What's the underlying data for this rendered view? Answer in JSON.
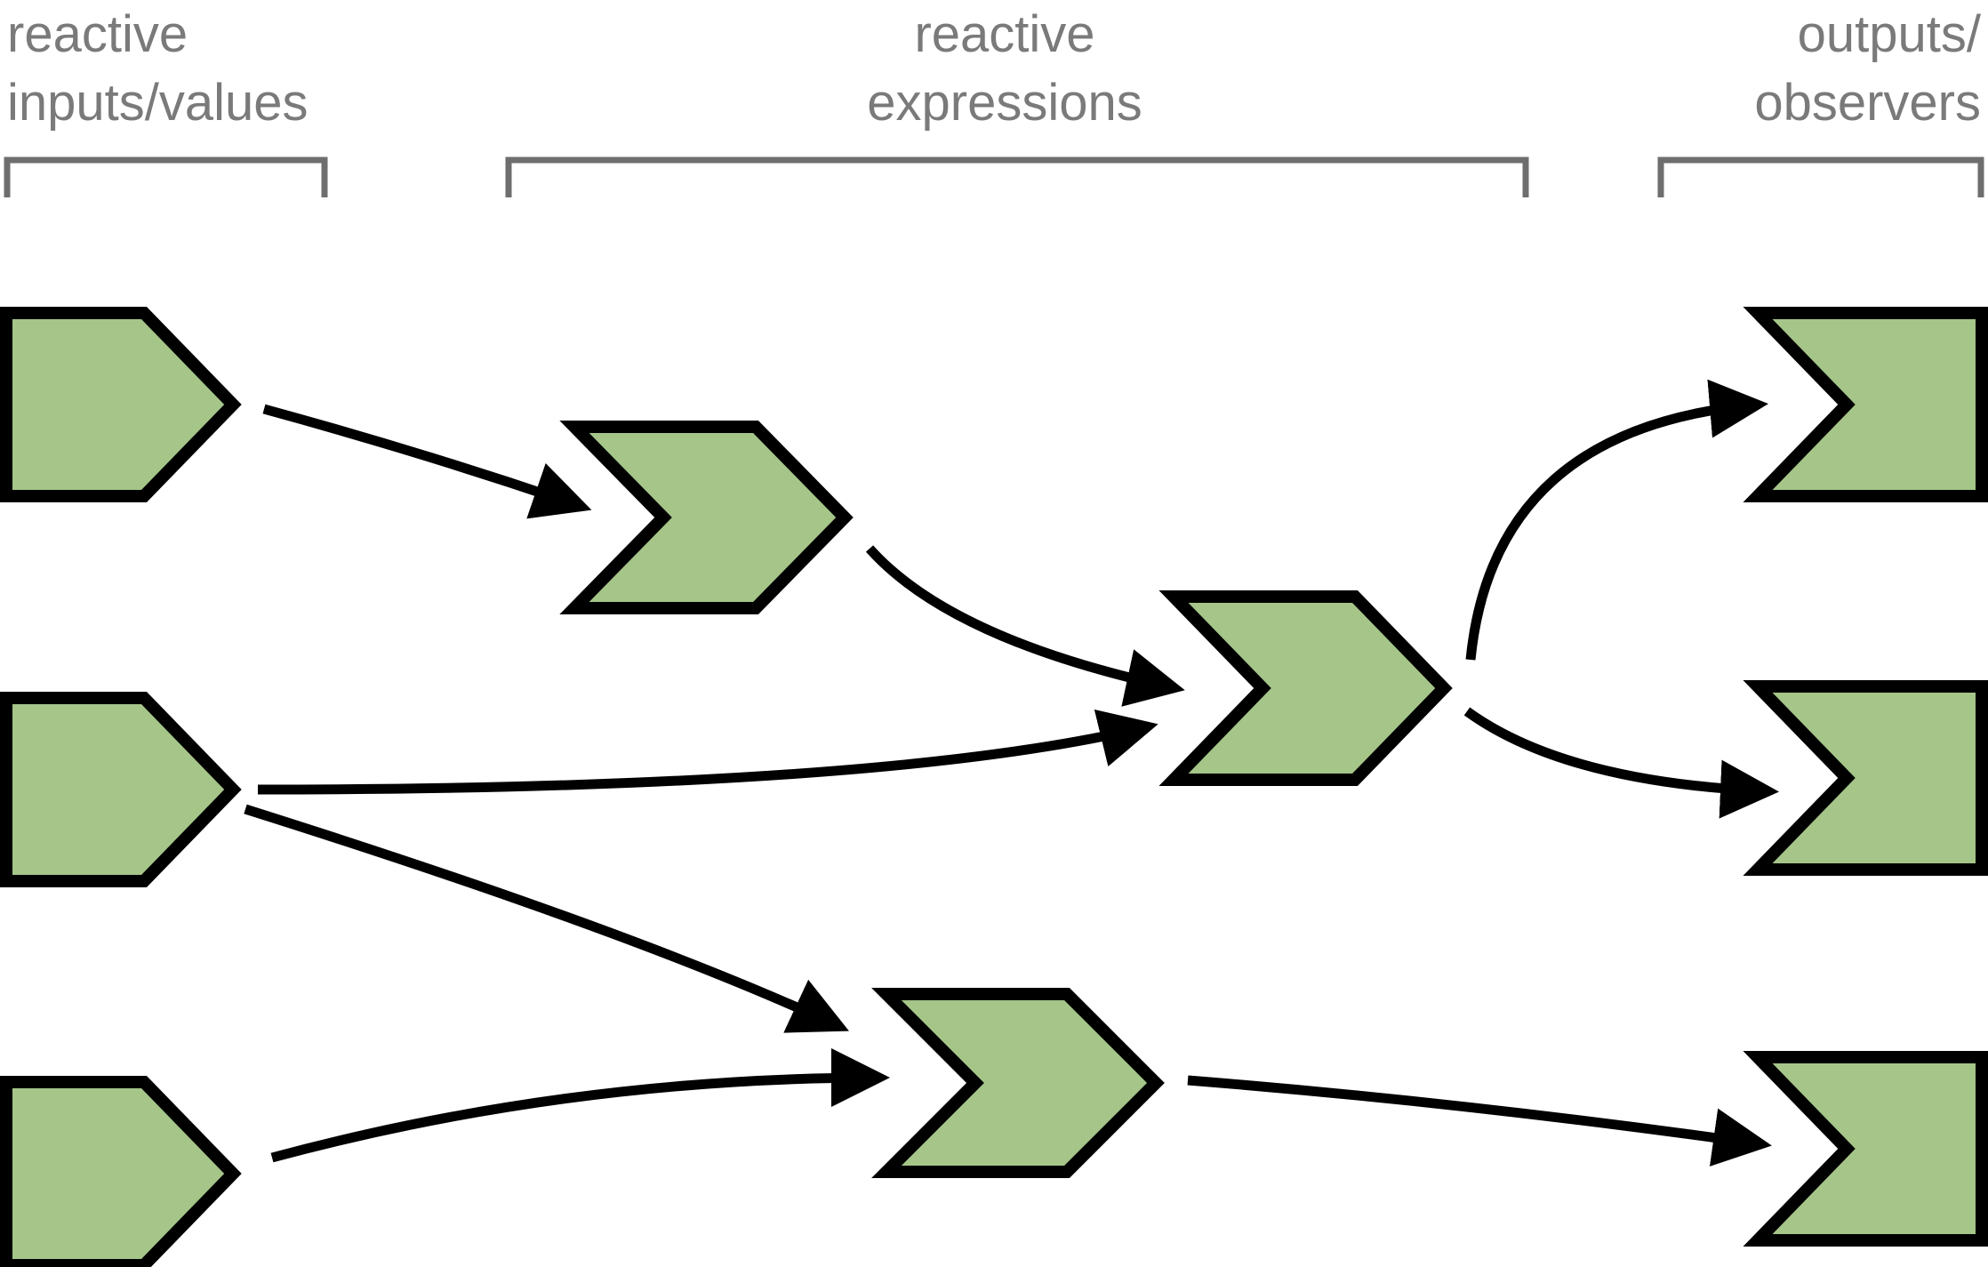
{
  "colors": {
    "node_fill": "#a5c589",
    "node_stroke": "#000000",
    "edge": "#000000",
    "header_text": "#7a7a7a",
    "bracket": "#6e6e6e"
  },
  "columns": [
    {
      "id": "inputs",
      "label_lines": [
        "reactive",
        "inputs/values"
      ]
    },
    {
      "id": "expressions",
      "label_lines": [
        "reactive",
        "expressions"
      ]
    },
    {
      "id": "outputs",
      "label_lines": [
        "outputs/",
        "observers"
      ]
    }
  ],
  "nodes": [
    {
      "id": "input-1",
      "kind": "source"
    },
    {
      "id": "input-2",
      "kind": "source"
    },
    {
      "id": "input-3",
      "kind": "source"
    },
    {
      "id": "expression-1",
      "kind": "conductor"
    },
    {
      "id": "expression-2",
      "kind": "conductor"
    },
    {
      "id": "expression-3",
      "kind": "conductor"
    },
    {
      "id": "output-1",
      "kind": "endpoint"
    },
    {
      "id": "output-2",
      "kind": "endpoint"
    },
    {
      "id": "output-3",
      "kind": "endpoint"
    }
  ],
  "edges": [
    {
      "from": "input-1",
      "to": "expression-1"
    },
    {
      "from": "expression-1",
      "to": "expression-2"
    },
    {
      "from": "input-2",
      "to": "expression-2"
    },
    {
      "from": "input-2",
      "to": "expression-3"
    },
    {
      "from": "input-3",
      "to": "expression-3"
    },
    {
      "from": "expression-2",
      "to": "output-1"
    },
    {
      "from": "expression-2",
      "to": "output-2"
    },
    {
      "from": "expression-3",
      "to": "output-3"
    }
  ]
}
